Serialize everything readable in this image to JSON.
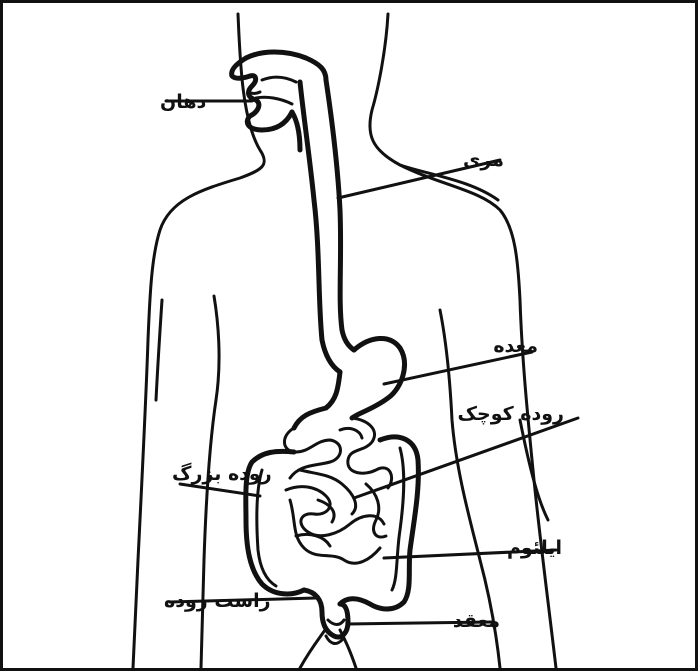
{
  "labels": {
    "mouth": "دهان",
    "esophagus": "مری",
    "stomach": "معده",
    "small_intestine": "روده کوچک",
    "large_intestine": "روده بزرگ",
    "ileum": "ایلئوم",
    "rectum": "راست روده",
    "anus": "معقد"
  }
}
